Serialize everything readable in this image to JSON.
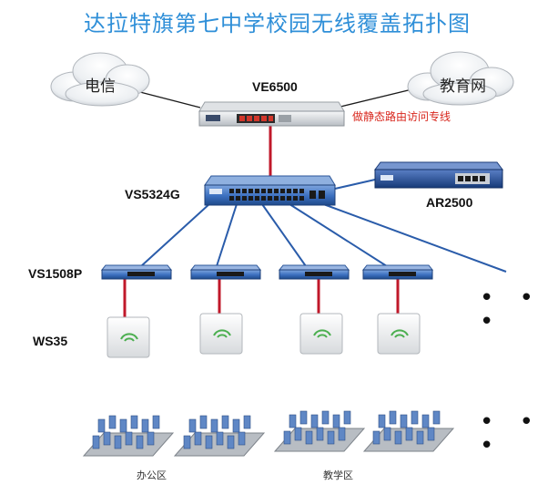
{
  "title": "达拉特旗第七中学校园无线覆盖拓扑图",
  "clouds": {
    "telecom": "电信",
    "edu_net": "教育网"
  },
  "devices": {
    "gateway": "VE6500",
    "core_switch": "VS5324G",
    "router": "AR2500",
    "access_switch": "VS1508P",
    "access_point": "WS35"
  },
  "note": "做静态路由访问专线",
  "areas": {
    "office": "办公区",
    "teaching": "教学区"
  },
  "ellipsis": "• • •",
  "colors": {
    "title": "#2f8fd8",
    "poe_cable": "#c0182a",
    "uplink": "#2a5caa",
    "device_blue": "#3b6fbf",
    "note": "#d8261c"
  }
}
